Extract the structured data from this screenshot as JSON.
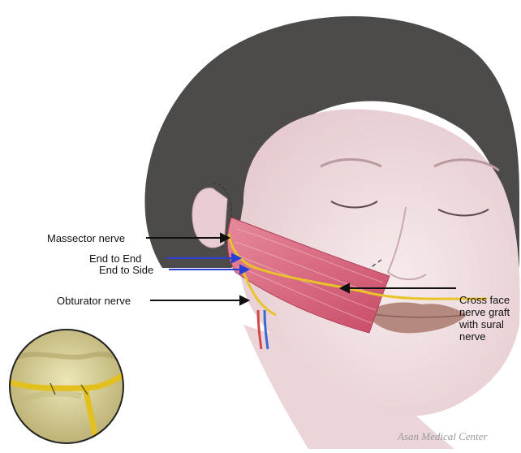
{
  "labels": {
    "massector_nerve": "Massector nerve",
    "end_to_end": "End to End",
    "end_to_side": "End to Side",
    "obturator_nerve": "Obturator nerve",
    "cross_face_graft": "Cross face nerve graft with sural nerve"
  },
  "watermark": "Asan Medical Center",
  "colors": {
    "skin": "#f1dfe1",
    "hair": "#4a4747",
    "muscle": "#d9667e",
    "nerve": "#e8c42a",
    "pointer_black": "#111111",
    "pointer_blue": "#2a3fd6",
    "lips": "#b58a80",
    "inset_background": "#ddd6a0"
  },
  "icons": {
    "inset": "nerve-coaptation-detail-icon"
  }
}
